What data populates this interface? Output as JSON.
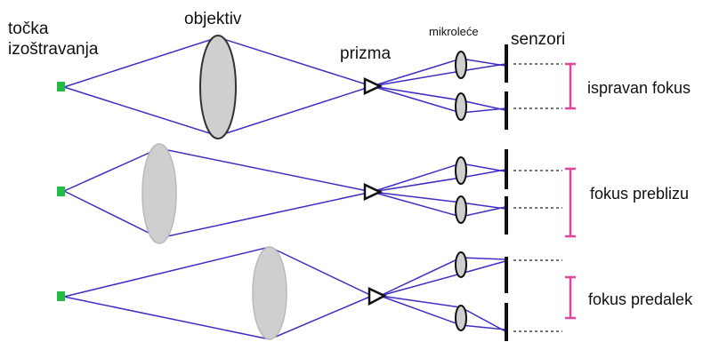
{
  "labels": {
    "focus_point": [
      "točka",
      "izoštravanja"
    ],
    "objective": "objektiv",
    "prism": "prizma",
    "microlenses": "mikroleće",
    "sensors": "senzori"
  },
  "cases": [
    {
      "label": "ispravan fokus"
    },
    {
      "label": "fokus preblizu"
    },
    {
      "label": "fokus predalek"
    }
  ],
  "colors": {
    "ray": "#3d2fc4",
    "focus_point": "#22bb44",
    "lens_fill": "#cfcfcf",
    "lens_stroke_main": "#333333",
    "lens_stroke_faded": "#b9b9b9",
    "offset_bracket": "#e0479c",
    "sensor": "#111111"
  }
}
